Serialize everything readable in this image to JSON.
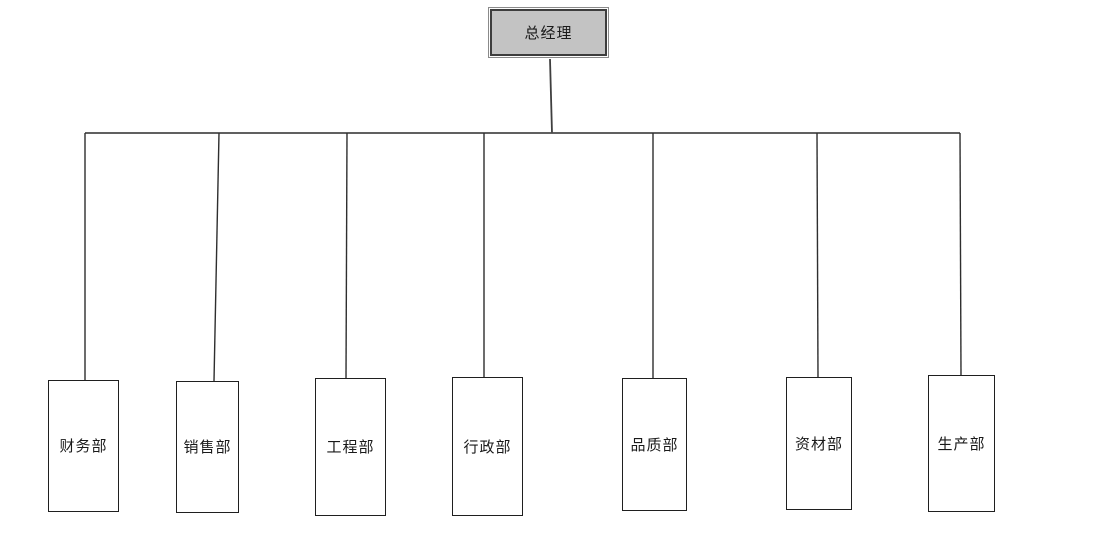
{
  "diagram": {
    "type": "org-chart",
    "root": {
      "label": "总经理"
    },
    "departments": [
      {
        "label": "财务部"
      },
      {
        "label": "销售部"
      },
      {
        "label": "工程部"
      },
      {
        "label": "行政部"
      },
      {
        "label": "品质部"
      },
      {
        "label": "资材部"
      },
      {
        "label": "生产部"
      }
    ],
    "colors": {
      "background": "#ffffff",
      "root_fill": "#c3c3c3",
      "root_border": "#3d3d3d",
      "root_outer_ring": "#8a8a8a",
      "child_fill": "#ffffff",
      "child_border": "#1f1f1f",
      "connector_line": "#3f3f3f",
      "text": "#1a1a1a"
    }
  }
}
